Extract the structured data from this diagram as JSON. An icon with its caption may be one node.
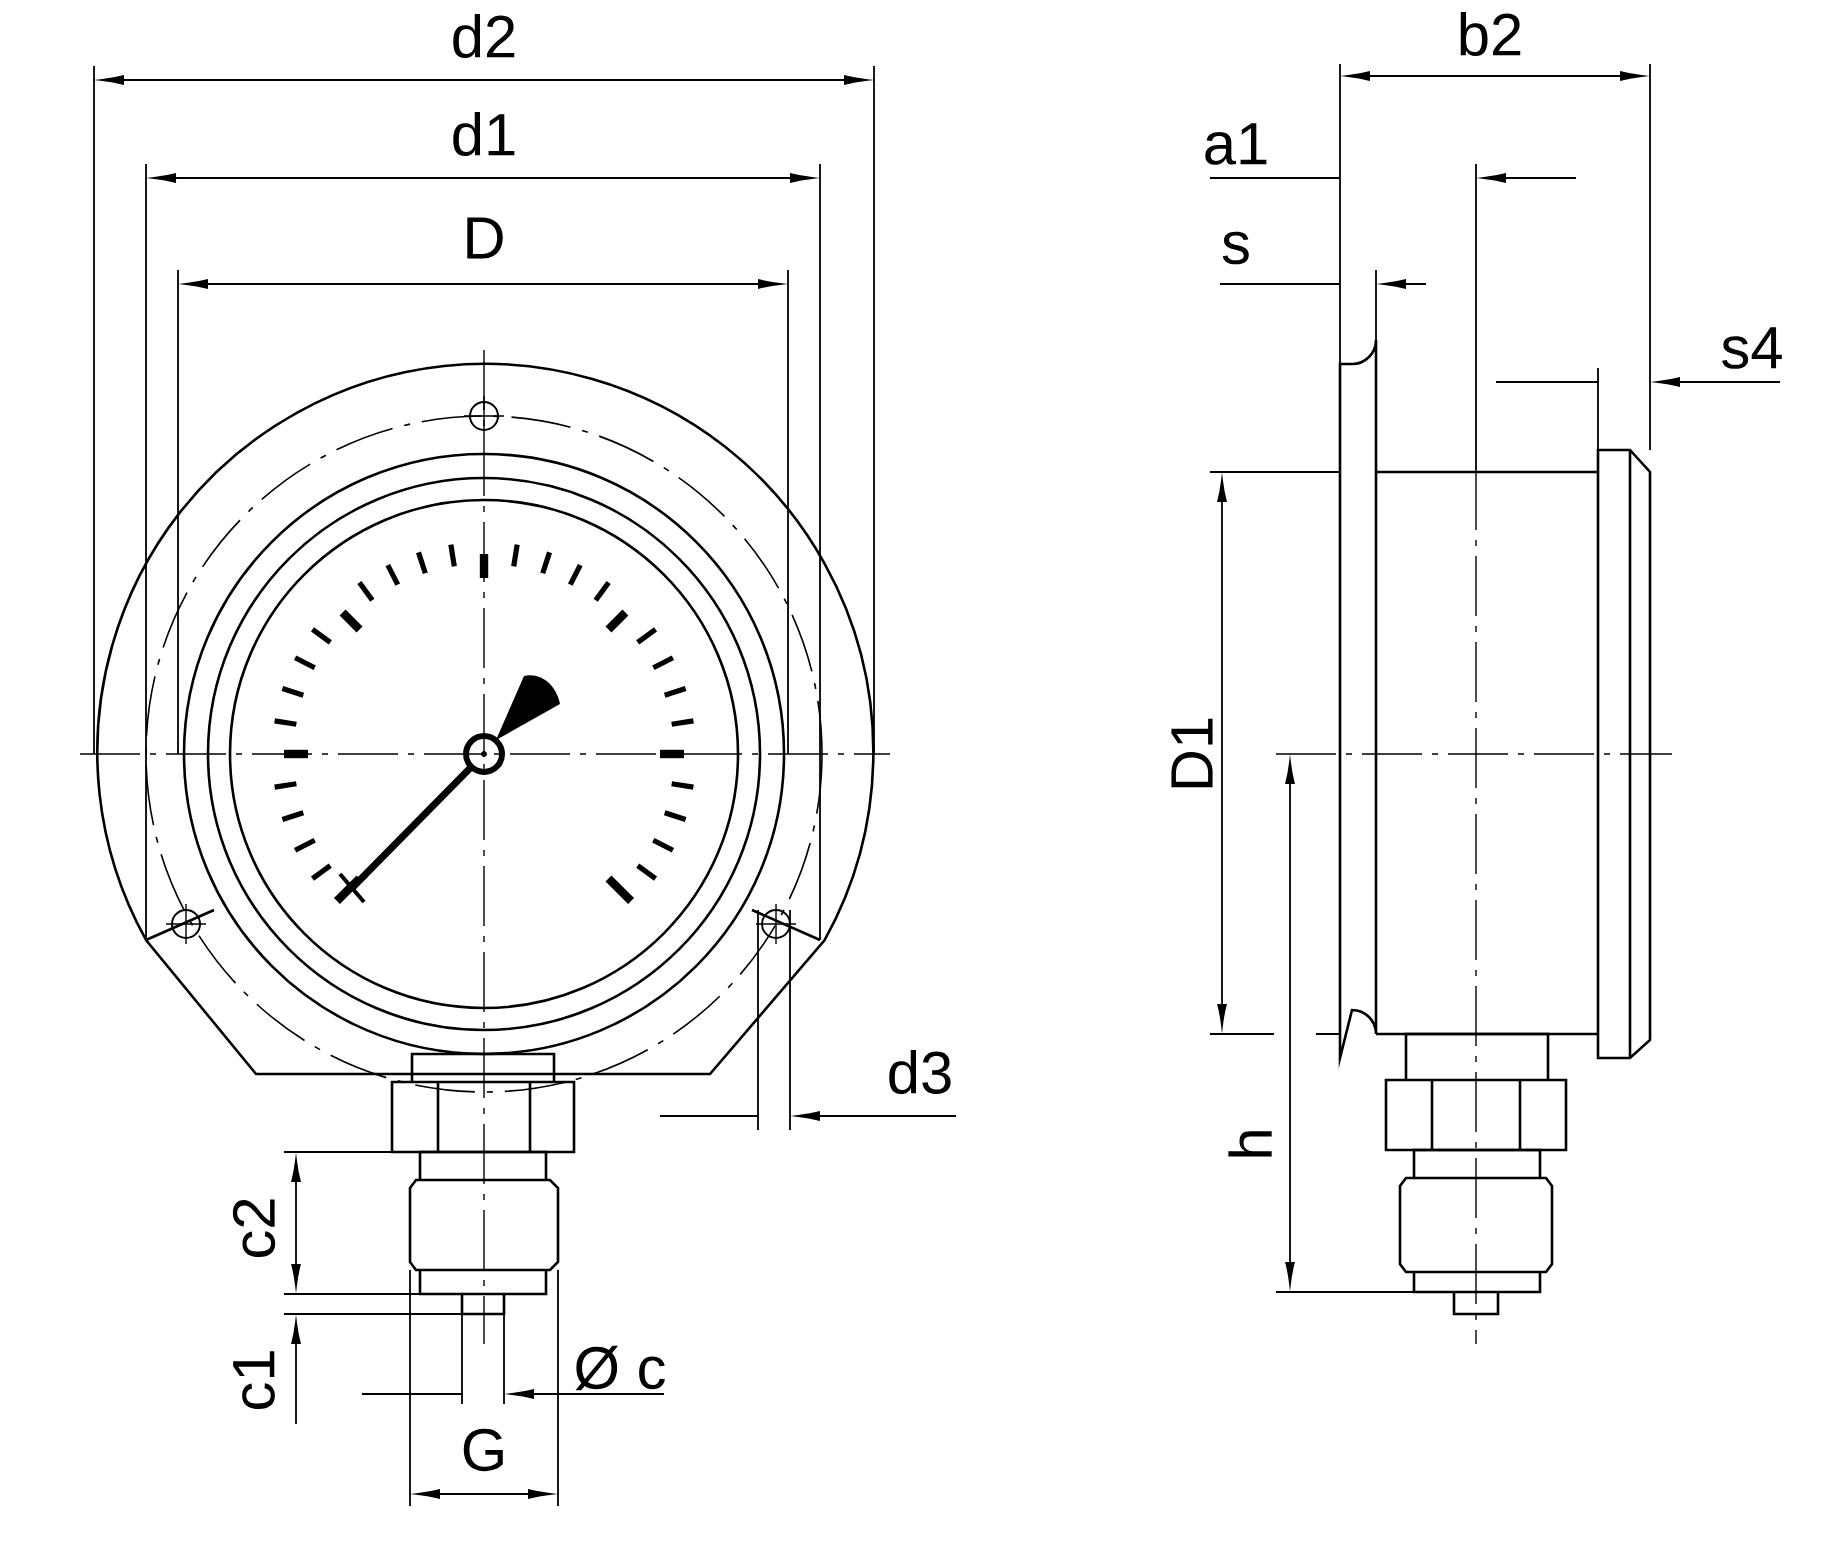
{
  "diagram": {
    "labels": [
      "d2",
      "d1",
      "D",
      "b2",
      "a1",
      "s",
      "s4",
      "D1",
      "h",
      "d3",
      "c2",
      "c1",
      "Ø c",
      "G"
    ]
  }
}
